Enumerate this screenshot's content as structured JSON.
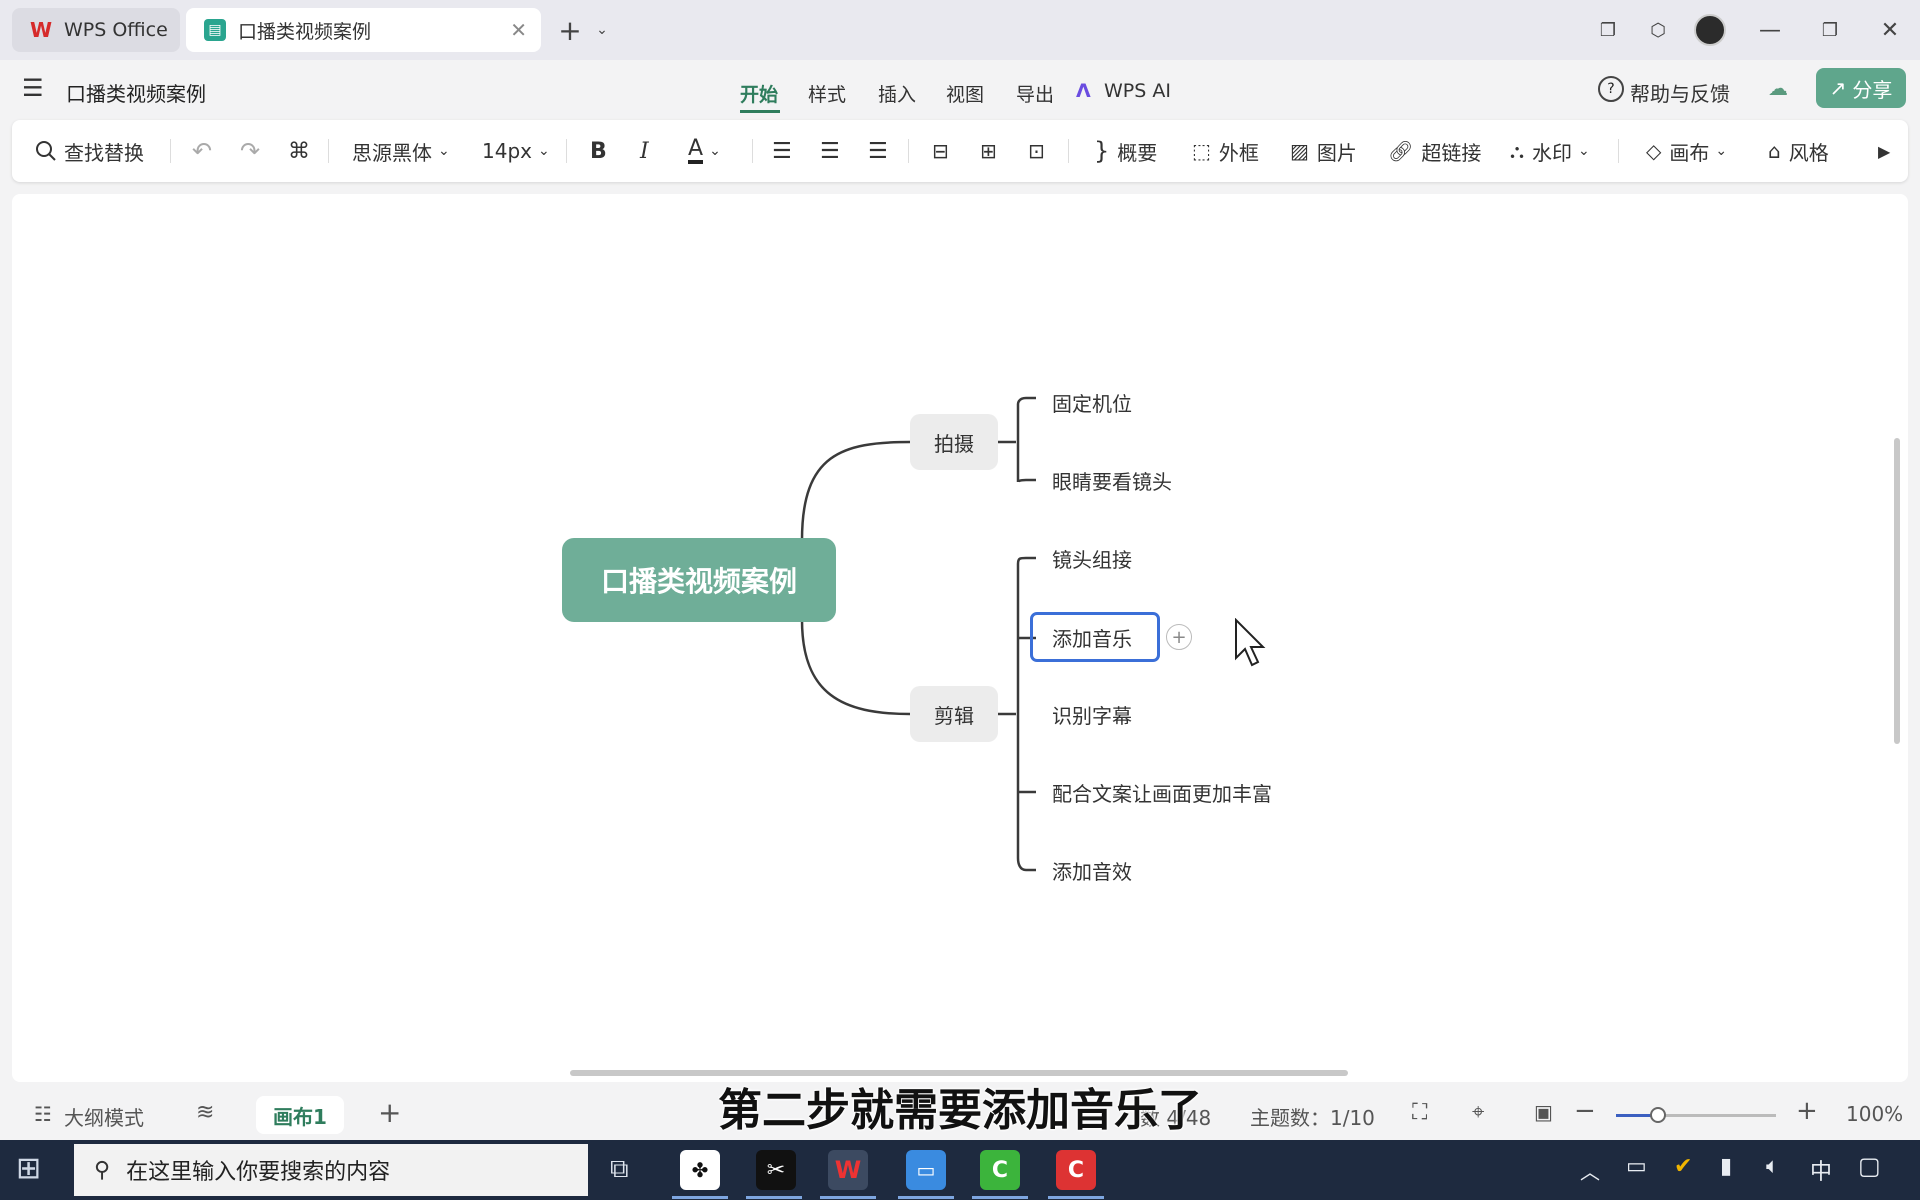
{
  "tabs": [
    {
      "label": "WPS Office"
    },
    {
      "label": "口播类视频案例"
    }
  ],
  "doc_title": "口播类视频案例",
  "menu": {
    "start": "开始",
    "style": "样式",
    "insert": "插入",
    "view": "视图",
    "export": "导出",
    "ai": "WPS AI"
  },
  "help_label": "帮助与反馈",
  "share_label": "分享",
  "toolbar": {
    "find": "查找替换",
    "font": "思源黑体",
    "size": "14px",
    "summary": "概要",
    "frame": "外框",
    "image": "图片",
    "link": "超链接",
    "watermark": "水印",
    "canvas": "画布",
    "theme": "风格"
  },
  "mindmap": {
    "root": "口播类视频案例",
    "branch1": {
      "label": "拍摄",
      "children": [
        "固定机位",
        "眼睛要看镜头"
      ]
    },
    "branch2": {
      "label": "剪辑",
      "children": [
        "镜头组接",
        "添加音乐",
        "识别字幕",
        "配合文案让画面更加丰富",
        "添加音效"
      ]
    }
  },
  "status": {
    "outline": "大纲模式",
    "canvas_tab": "画布1",
    "word_count": "数 4/48",
    "topic_count": "主题数：1/10",
    "zoom": "100%"
  },
  "subtitle": "第二步就需要添加音乐了",
  "taskbar": {
    "search_placeholder": "在这里输入你要搜索的内容",
    "ime": "中"
  },
  "colors": {
    "accent": "#5a9a7e",
    "root_node": "#6fae98",
    "selection": "#3b6fd8"
  }
}
